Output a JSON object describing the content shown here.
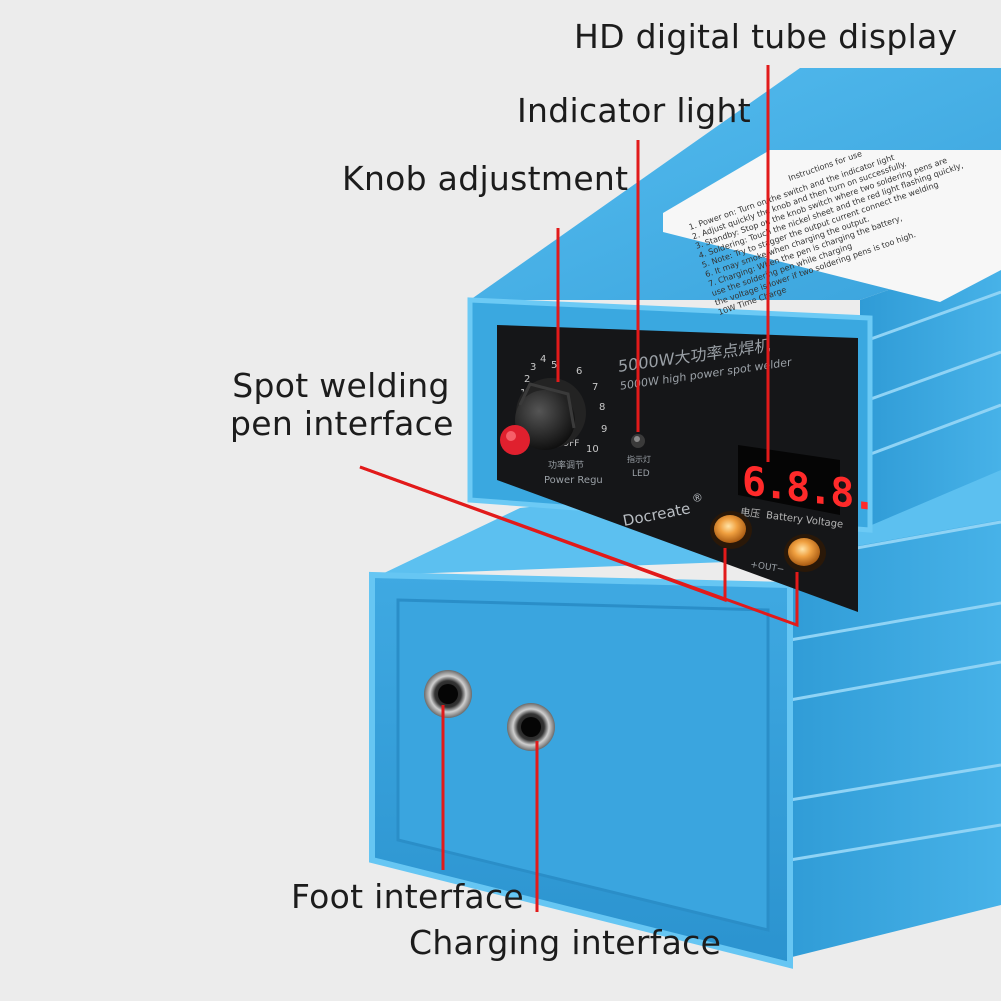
{
  "labels": {
    "hd_display": "HD digital tube display",
    "indicator_light": "Indicator light",
    "knob_adjustment": "Knob adjustment",
    "spot_welding_line1": "Spot welding",
    "spot_welding_line2": "pen interface",
    "foot_interface": "Foot interface",
    "charging_interface": "Charging interface"
  },
  "device": {
    "title_cn": "5000W大功率点焊机",
    "title_en": "5000W high power spot welder",
    "brand": "Docreate",
    "brand_mark": "®",
    "display_value": "6.8.8.",
    "battery_cn": "电压",
    "battery_label": "Battery",
    "voltage_label": "Voltage",
    "out_label": "+OUT−",
    "knob_cn": "功率调节",
    "knob_label": "Power Regu",
    "knob_off": "OFF",
    "knob_scale": [
      "1",
      "2",
      "3",
      "4",
      "5",
      "6",
      "7",
      "8",
      "9",
      "10"
    ],
    "led_cn": "指示灯",
    "led_label": "LED",
    "instructions_title": "Instructions for use",
    "instructions_lines": [
      "1. Power on: Turn on the switch and the indicator light",
      "2. Adjust quickly the knob and then turn on successfully.",
      "3. Standby: Stop on the knob switch where two soldering pens are",
      "4. Soldering: Touch the nickel sheet and the red light flashing quickly,",
      "5. Note: Try to stagger the output current connect the welding",
      "6. It may smoke when charging the output.",
      "7. Charging: When the pen is charging the battery,",
      "   use the soldering pen while charging",
      "   the voltage is lower if two soldering pens is too high.",
      "   10W Time Charge"
    ]
  },
  "colors": {
    "background": "#ececec",
    "case_blue": "#3aa7df",
    "case_dark": "#1b7fb8",
    "panel_black": "#151618",
    "leader_red": "#e21a1a",
    "display_red": "#ff2a2a",
    "copper": "#e08a2c"
  }
}
